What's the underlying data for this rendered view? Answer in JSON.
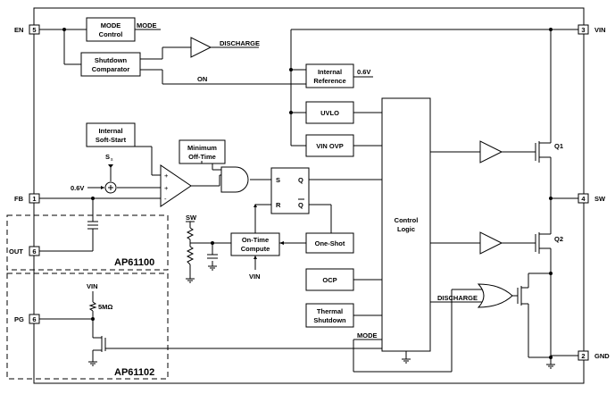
{
  "pins": {
    "en": {
      "label": "EN",
      "num": "5"
    },
    "fb": {
      "label": "FB",
      "num": "1"
    },
    "out": {
      "label": "OUT",
      "num": "6"
    },
    "pg": {
      "label": "PG",
      "num": "6"
    },
    "vin": {
      "label": "VIN",
      "num": "3"
    },
    "sw": {
      "label": "SW",
      "num": "4"
    },
    "gnd": {
      "label": "GND",
      "num": "2"
    }
  },
  "blocks": {
    "mode_control": [
      "MODE",
      "Control"
    ],
    "shutdown_comparator": [
      "Shutdown",
      "Comparator"
    ],
    "internal_reference": [
      "Internal",
      "Reference"
    ],
    "uvlo": "UVLO",
    "vin_ovp": "VIN OVP",
    "internal_soft_start": [
      "Internal",
      "Soft-Start"
    ],
    "minimum_off_time": [
      "Minimum",
      "Off-Time"
    ],
    "control_logic": [
      "Control",
      "Logic"
    ],
    "on_time_compute": [
      "On-Time",
      "Compute"
    ],
    "one_shot": "One-Shot",
    "ocp": "OCP",
    "thermal_shutdown": [
      "Thermal",
      "Shutdown"
    ]
  },
  "signals": {
    "mode": "MODE",
    "discharge": "DISCHARGE",
    "on": "ON",
    "ref_voltage": "0.6V",
    "fb_ref": "0.6V",
    "ss": "S",
    "ss_sub": "s",
    "sw": "SW",
    "vin": "VIN",
    "vin_pg": "VIN",
    "pg_res": "5MΩ",
    "discharge_bottom": "DISCHARGE",
    "mode_bottom": "MODE"
  },
  "transistors": {
    "q1": "Q1",
    "q2": "Q2"
  },
  "latch": {
    "s": "S",
    "r": "R",
    "q": "Q",
    "qbar": "Q"
  },
  "parts": {
    "ap61100": "AP61100",
    "ap61102": "AP61102"
  },
  "colors": {
    "line": "#000000",
    "background": "#ffffff"
  }
}
